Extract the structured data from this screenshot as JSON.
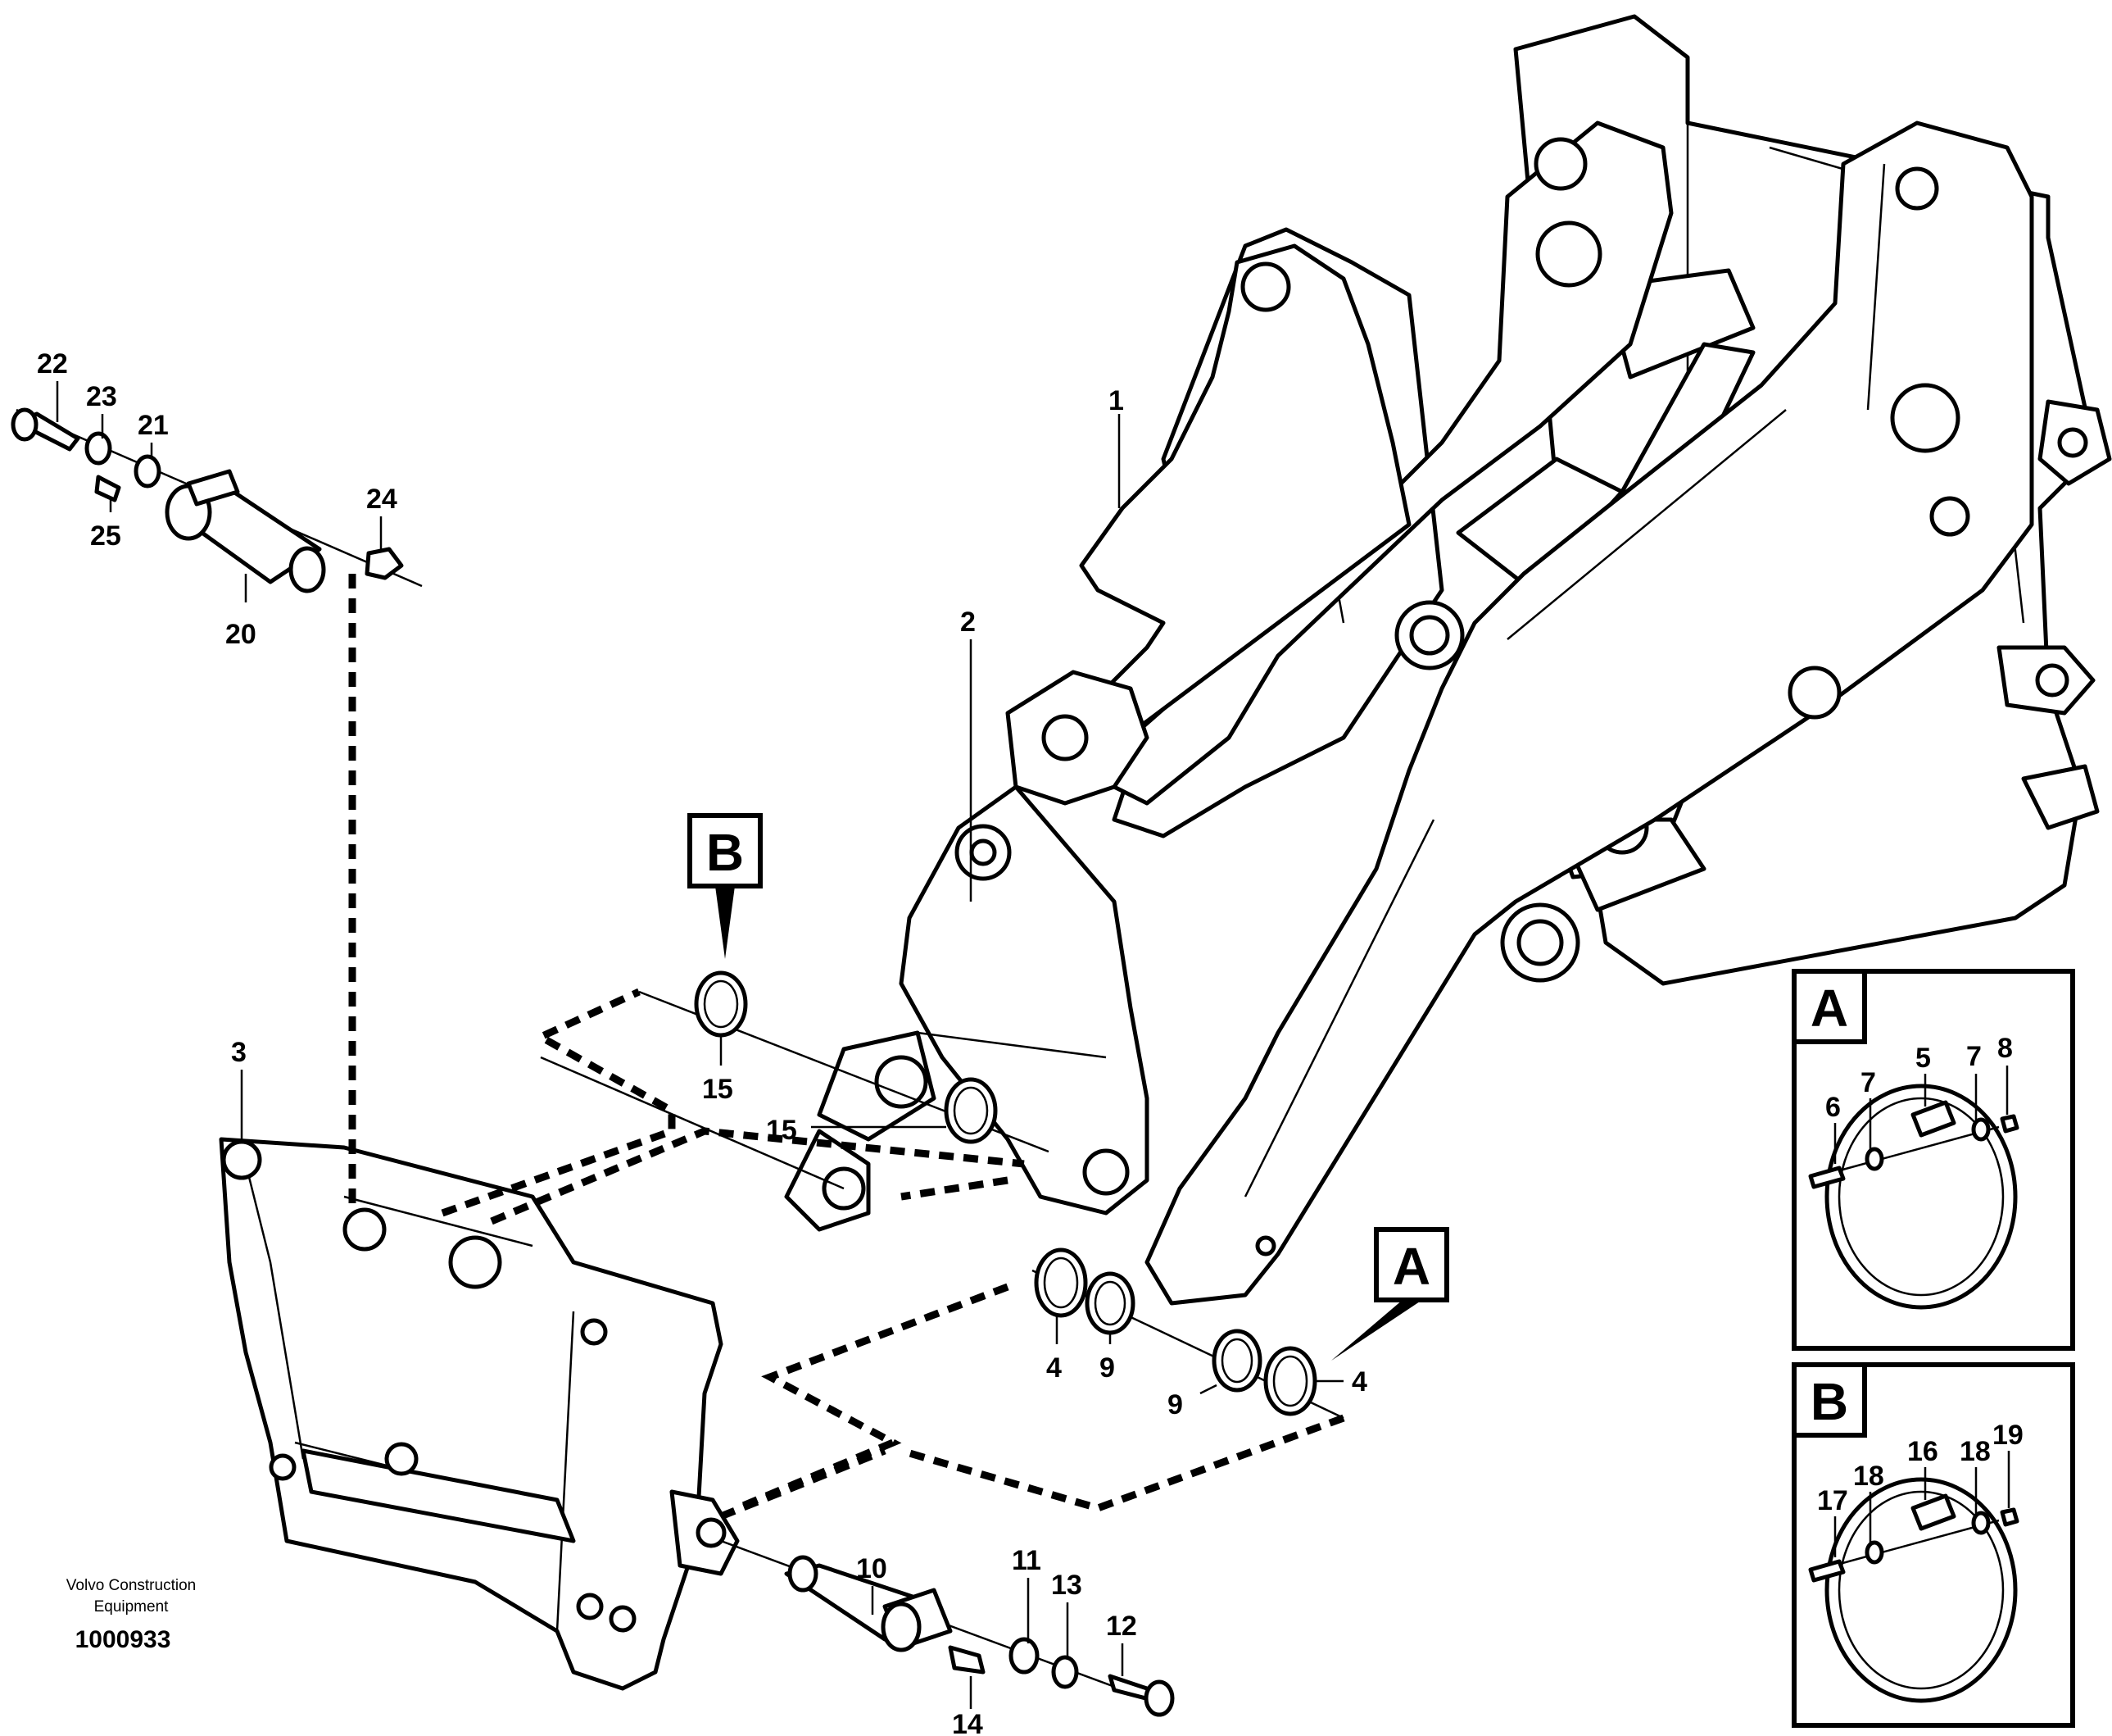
{
  "callouts": {
    "c1": "1",
    "c2": "2",
    "c3": "3",
    "c4a": "4",
    "c4b": "4",
    "c9a": "9",
    "c9b": "9",
    "c10": "10",
    "c11": "11",
    "c12": "12",
    "c13": "13",
    "c14": "14",
    "c15a": "15",
    "c15b": "15",
    "c20": "20",
    "c21": "21",
    "c22": "22",
    "c23": "23",
    "c24": "24",
    "c25": "25"
  },
  "detail_a": {
    "letter": "A",
    "callouts": {
      "c5": "5",
      "c6": "6",
      "c7a": "7",
      "c7b": "7",
      "c8": "8"
    }
  },
  "detail_b": {
    "letter": "B",
    "callouts": {
      "c16": "16",
      "c17": "17",
      "c18a": "18",
      "c18b": "18",
      "c19": "19"
    }
  },
  "markers": {
    "a": "A",
    "b": "B"
  },
  "footer": {
    "brand_line1": "Volvo Construction",
    "brand_line2": "Equipment",
    "drawing_number": "1000933"
  }
}
